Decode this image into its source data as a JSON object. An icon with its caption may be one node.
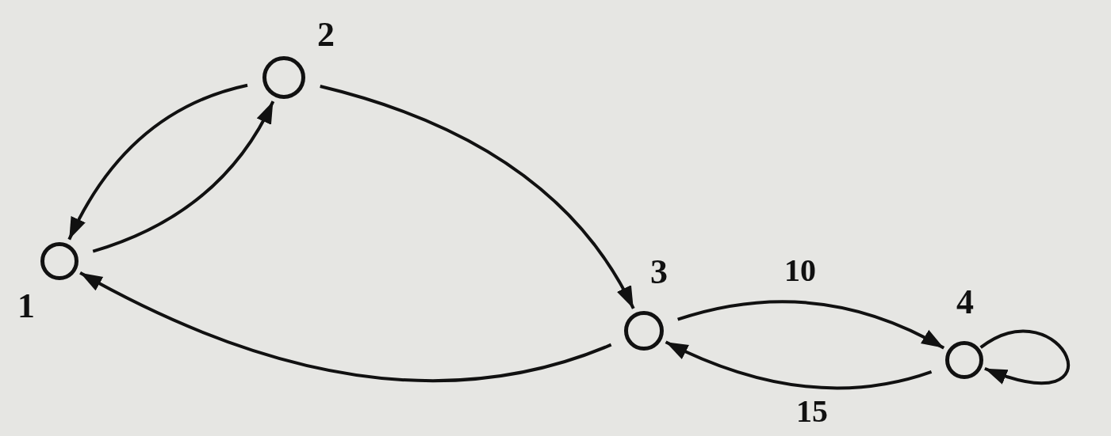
{
  "diagram": {
    "nodes": [
      {
        "text": [],
        "shape": "circle",
        "beside": [
          "1"
        ]
      },
      {
        "text": [],
        "shape": "circle",
        "beside": [
          "2"
        ]
      },
      {
        "text": [],
        "shape": "circle",
        "beside": [
          "3"
        ]
      },
      {
        "text": [],
        "shape": "circle",
        "beside": [
          "4"
        ]
      }
    ],
    "edges": [
      {
        "from": 1,
        "to": 0,
        "arrow": "to"
      },
      {
        "from": 0,
        "to": 1,
        "arrow": "to"
      },
      {
        "from": 1,
        "to": 2,
        "arrow": "to"
      },
      {
        "from": 2,
        "to": 0,
        "arrow": "to"
      },
      {
        "from": 2,
        "to": 3,
        "arrow": "to",
        "label": "10"
      },
      {
        "from": 3,
        "to": 2,
        "arrow": "to",
        "label": "15"
      },
      {
        "from": 3,
        "to": 3,
        "arrow": "to"
      }
    ]
  }
}
